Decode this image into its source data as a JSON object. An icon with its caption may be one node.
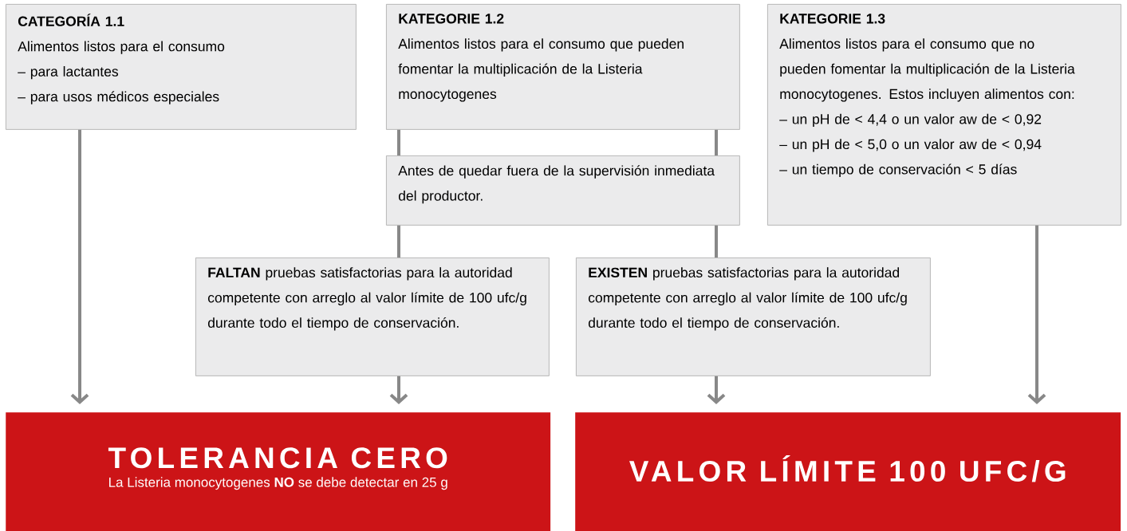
{
  "diagram": {
    "nodes": [
      {
        "text": [
          "CATEGORÍA 1.1",
          "Alimentos listos para el consumo",
          "– para lactantes",
          "– para usos médicos especiales"
        ]
      },
      {
        "text": [
          "KATEGORIE 1.2",
          "Alimentos listos para el consumo que pueden fomentar la multiplicación de la Listeria monocytogenes"
        ]
      },
      {
        "text": [
          "KATEGORIE 1.3",
          "Alimentos listos para el consumo que no pueden fomentar la multiplicación de la Listeria monocytogenes. Estos incluyen alimentos con:",
          "– un pH de < 4,4 o un valor aw de < 0,92",
          "– un pH de < 5,0 o un valor aw de < 0,94",
          "– un tiempo de conservación < 5 días"
        ]
      },
      {
        "text": [
          "Antes de quedar fuera de la supervisión inmediata del productor."
        ]
      },
      {
        "text": [
          "**FALTAN** pruebas satisfactorias para la autoridad competente con arreglo al valor límite de 100 ufc/g durante todo el tiempo de conservación."
        ]
      },
      {
        "text": [
          "**EXISTEN** pruebas satisfactorias para la autoridad competente con arreglo al valor límite de 100 ufc/g durante todo el tiempo de conservación."
        ]
      },
      {
        "text": [
          "TOLERANCIA CERO",
          "La Listeria monocytogenes **NO** se debe detectar en 25 g"
        ]
      },
      {
        "text": [
          "VALOR LÍMITE 100 UFC/G"
        ]
      }
    ],
    "edges": [
      {
        "from": 0,
        "to": 6,
        "arrow": "to"
      },
      {
        "from": 1,
        "to": 3,
        "arrow": "none"
      },
      {
        "from": 1,
        "to": 3,
        "arrow": "none"
      },
      {
        "from": 3,
        "to": 4,
        "arrow": "none"
      },
      {
        "from": 3,
        "to": 5,
        "arrow": "none"
      },
      {
        "from": 4,
        "to": 6,
        "arrow": "to"
      },
      {
        "from": 5,
        "to": 7,
        "arrow": "to"
      },
      {
        "from": 2,
        "to": 7,
        "arrow": "to"
      }
    ]
  }
}
